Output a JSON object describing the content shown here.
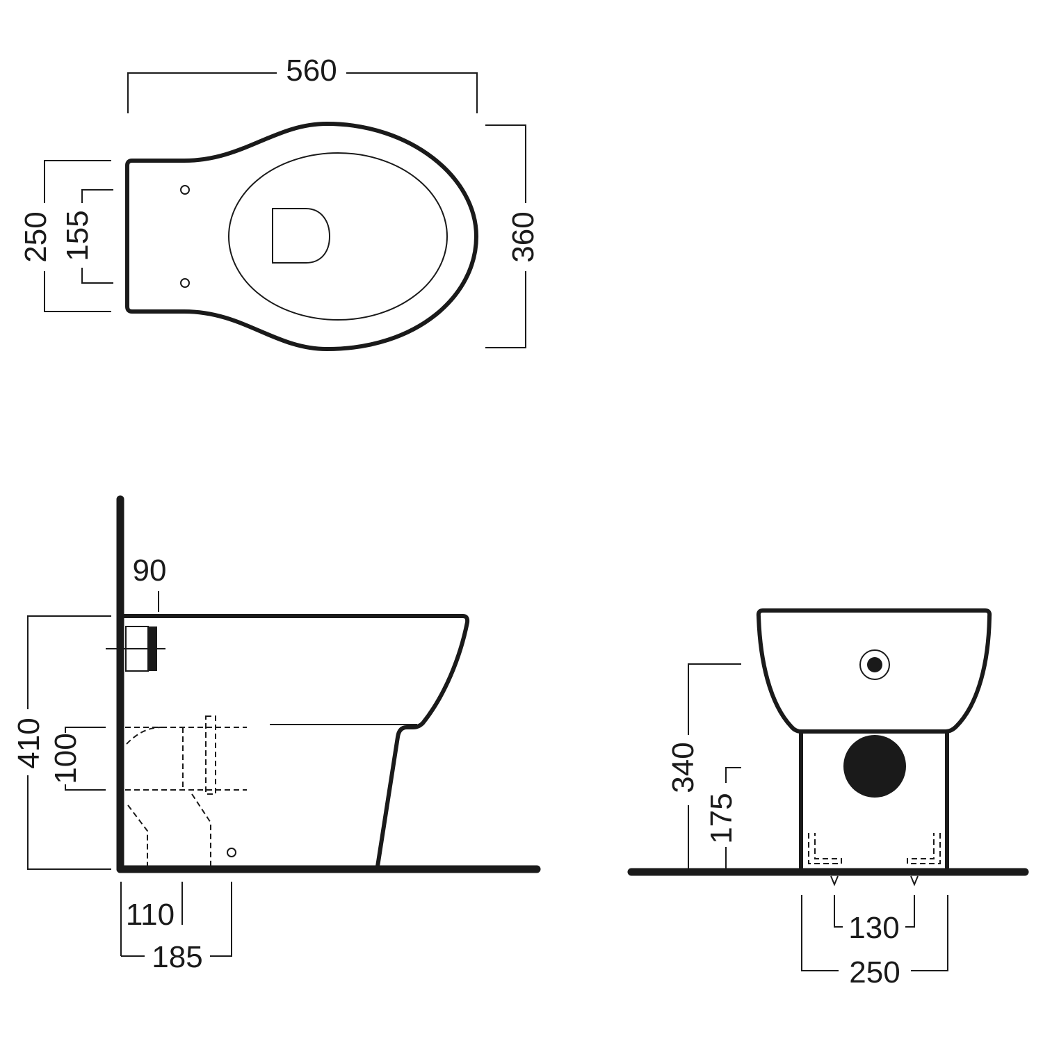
{
  "colors": {
    "line": "#1a1a1a",
    "background": "#ffffff"
  },
  "top_view": {
    "overall_length": "560",
    "overall_width": "360",
    "back_width": "250",
    "fixing_hole_spacing": "155"
  },
  "side_view": {
    "wall_offset": "90",
    "rim_height": "410",
    "outlet_diameter": "100",
    "outlet_center_from_wall": "110",
    "outlet_outer_from_wall": "185"
  },
  "front_view": {
    "inlet_height": "340",
    "outlet_height": "175",
    "fixing_spacing": "130",
    "base_width": "250"
  }
}
